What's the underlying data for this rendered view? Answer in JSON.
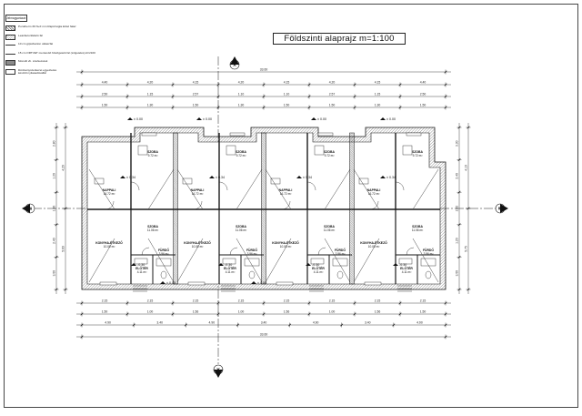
{
  "drawing": {
    "title": "Földszinti alaprajz m=1:100"
  },
  "legend": {
    "title": "Jelmagyarázat:",
    "items": [
      {
        "label": "Porotherm 30 N+F mm Rapid tégla külső falaz",
        "swatch": "hatch"
      },
      {
        "label": "Leasbetonfalazó fal",
        "swatch": "fine"
      },
      {
        "label": "10 cm gipszkarton válaszfal",
        "swatch": "line"
      },
      {
        "label": "15 cm ORTVET mentesítő hőszigetelő fal (szigetelés) A/1/100",
        "swatch": "line"
      },
      {
        "label": "Monolit vb. szerkezetek",
        "swatch": "dense"
      },
      {
        "label": "Döntvényszerkezet egyeztetés\nkészült nyilasadóválfal",
        "swatch": "blank"
      }
    ]
  },
  "dimensions": {
    "top_total": "33.60",
    "bottom_total": "33.60",
    "top_row1": [
      "4.40",
      "4.20",
      "4.15",
      "4.20",
      "4.15",
      "4.20",
      "4.15",
      "4.40"
    ],
    "top_row2": [
      "2.50",
      "1.15",
      "2.57",
      "1.10",
      "1.10",
      "2.57",
      "1.15",
      "2.50"
    ],
    "top_row3": [
      "1.50",
      "1.30",
      "1.50",
      "1.30",
      "1.50",
      "1.50",
      "1.30",
      "1.50"
    ],
    "bottom_row1": [
      "2.15",
      "2.15",
      "2.15",
      "2.15",
      "2.15",
      "2.15",
      "2.15",
      "2.15"
    ],
    "bottom_row2": [
      "1.50",
      "1.00",
      "1.56",
      "1.00",
      "1.56",
      "1.00",
      "1.56",
      "1.50"
    ],
    "bottom_row3": [
      "4.90",
      "3.40",
      "4.90",
      "3.40",
      "4.90",
      "3.40",
      "4.90"
    ],
    "left_side": [
      "2.80",
      "1.20",
      "1.90",
      "2.40",
      "3.00"
    ],
    "right_side": [
      "3.30",
      "2.40",
      "2.42",
      "1.20",
      "3.00"
    ]
  },
  "level_marks": [
    "± 0.00",
    "± 0.00",
    "± 0.00",
    "± 0.00",
    "± 0.34",
    "± 0.34",
    "± 0.34",
    "± 0.34",
    "-0.30",
    "-0.30",
    "-0.30",
    "-0.30",
    "± 0.00",
    "± 0.00"
  ],
  "rooms": [
    {
      "name": "SZOBA",
      "area": "9.72 m²"
    },
    {
      "name": "SZOBA",
      "area": "9.72 m²"
    },
    {
      "name": "SZOBA",
      "area": "9.72 m²"
    },
    {
      "name": "SZOBA",
      "area": "9.72 m²"
    },
    {
      "name": "NAPPALI",
      "area": "16.72 m²"
    },
    {
      "name": "NAPPALI",
      "area": "16.72 m²"
    },
    {
      "name": "NAPPALI",
      "area": "16.72 m²"
    },
    {
      "name": "NAPPALI",
      "area": "16.72 m²"
    },
    {
      "name": "SZOBA",
      "area": "11.06 m²"
    },
    {
      "name": "SZOBA",
      "area": "11.06 m²"
    },
    {
      "name": "SZOBA",
      "area": "11.06 m²"
    },
    {
      "name": "SZOBA",
      "area": "11.06 m²"
    },
    {
      "name": "KONYHA-ÉTKEZŐ",
      "area": "10.00 m²"
    },
    {
      "name": "KONYHA-ÉTKEZŐ",
      "area": "10.00 m²"
    },
    {
      "name": "KONYHA-ÉTKEZŐ",
      "area": "10.00 m²"
    },
    {
      "name": "KONYHA-ÉTKEZŐ",
      "area": "10.00 m²"
    },
    {
      "name": "ELŐTÉR",
      "area": "4.11 m²"
    },
    {
      "name": "ELŐTÉR",
      "area": "4.11 m²"
    },
    {
      "name": "ELŐTÉR",
      "area": "4.11 m²"
    },
    {
      "name": "ELŐTÉR",
      "area": "4.11 m²"
    },
    {
      "name": "FÜRDŐ",
      "area": "3.96 m²"
    },
    {
      "name": "FÜRDŐ",
      "area": "3.96 m²"
    },
    {
      "name": "FÜRDŐ",
      "area": "3.96 m²"
    },
    {
      "name": "FÜRDŐ",
      "area": "3.96 m²"
    }
  ],
  "section_marks": [
    "A",
    "A",
    "B",
    "B"
  ],
  "colors": {
    "line": "#1a1a1a",
    "hatch": "#555555",
    "paper": "#ffffff"
  }
}
